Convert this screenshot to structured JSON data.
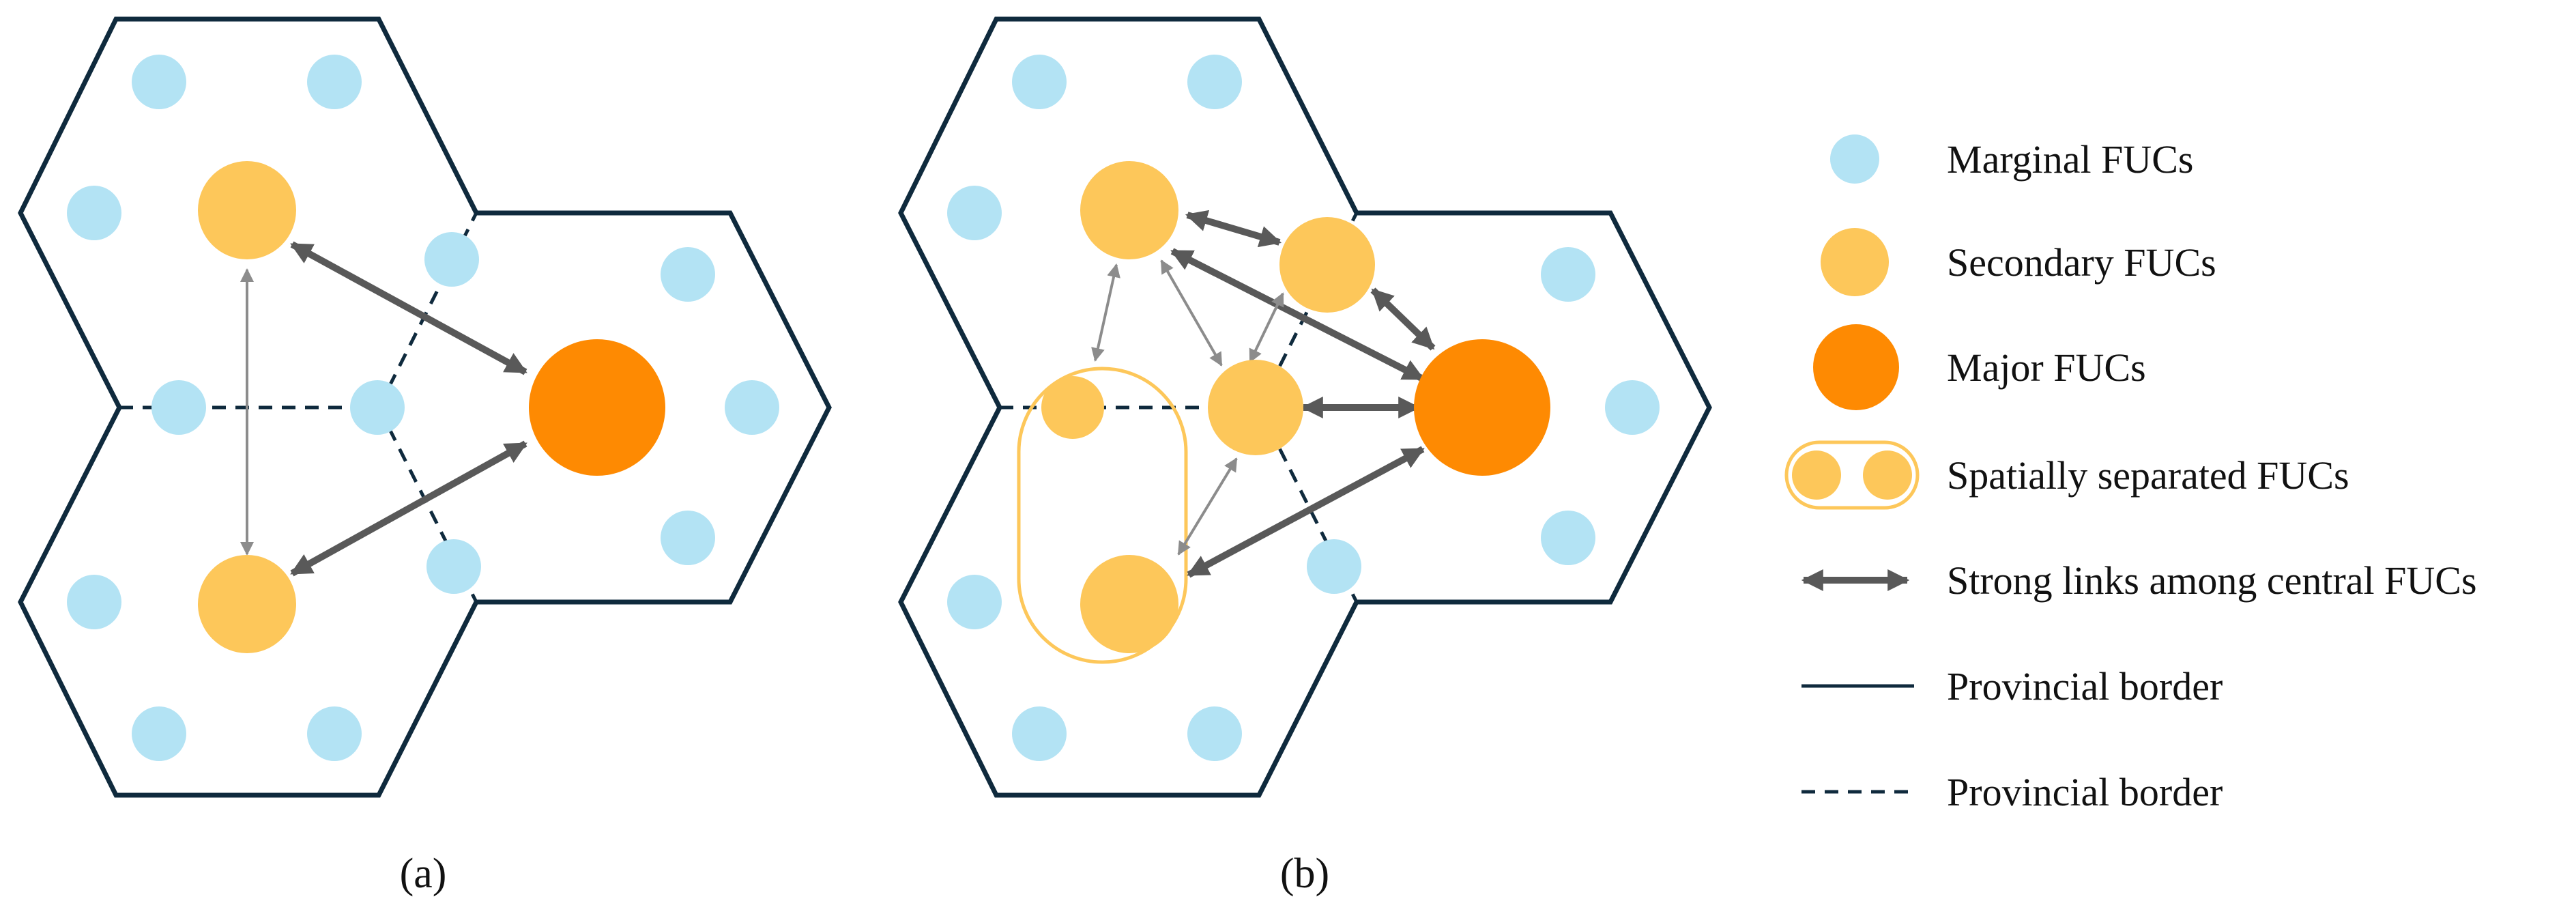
{
  "panels": [
    {
      "caption": "(a)"
    },
    {
      "caption": "(b)"
    }
  ],
  "legend": {
    "marginal": "Marginal FUCs",
    "secondary": "Secondary FUCs",
    "major": "Major FUCs",
    "separated": "Spatially separated FUCs",
    "links": "Strong links among central FUCs",
    "border_solid": "Provincial border",
    "border_dashed": "Provincial border"
  },
  "colors": {
    "marginal": "#b3e3f4",
    "secondary": "#fdc75a",
    "major": "#fe8a02",
    "border": "#0f2a3d",
    "link": "#595959",
    "link_thin": "#8c8c8c",
    "separated_outline": "#fdc75a"
  }
}
